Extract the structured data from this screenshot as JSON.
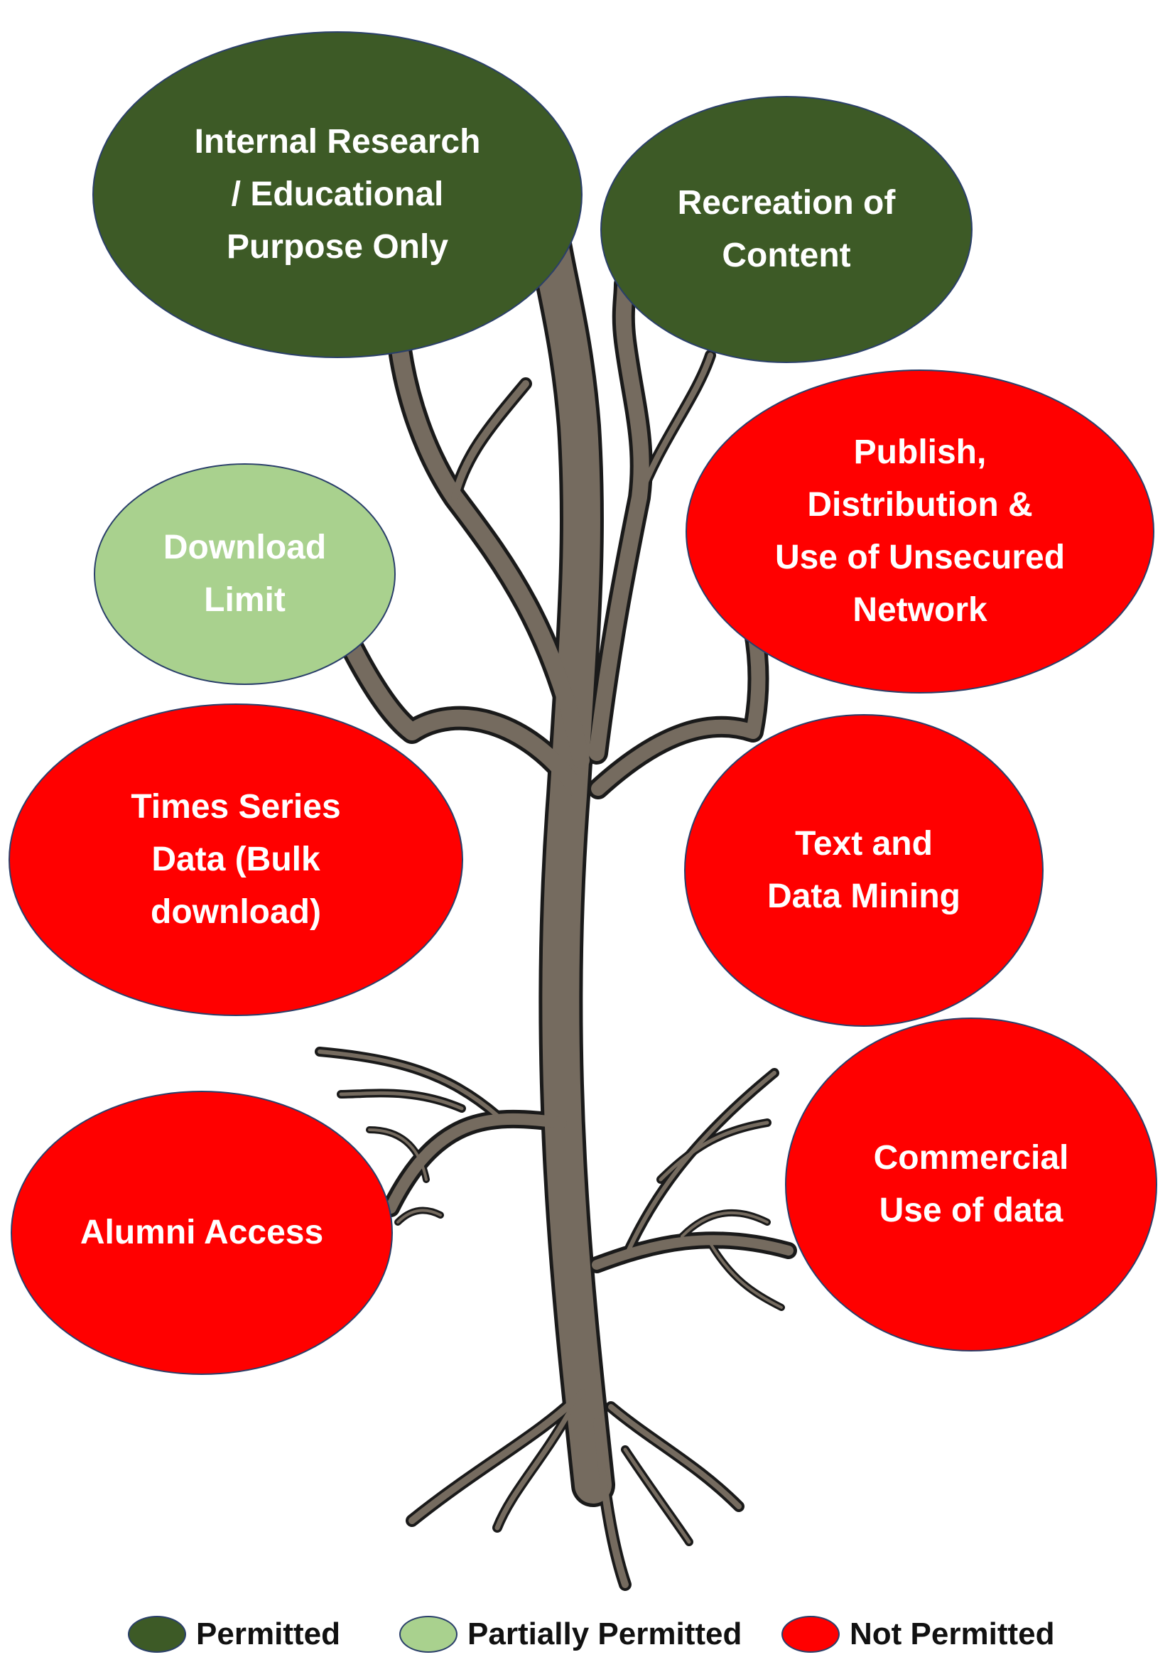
{
  "colors": {
    "permitted": "#3d5a26",
    "partially_permitted": "#a9d18e",
    "not_permitted": "#ff0000",
    "trunk": "#756b5f",
    "outline": "#2a3f6a"
  },
  "nodes": {
    "internal_research": {
      "label": "Internal Research\n/ Educational\nPurpose Only",
      "status": "permitted"
    },
    "recreation": {
      "label": "Recreation of\nContent",
      "status": "permitted"
    },
    "publish": {
      "label": "Publish,\nDistribution &\nUse of Unsecured\nNetwork",
      "status": "not_permitted"
    },
    "download_limit": {
      "label": "Download\nLimit",
      "status": "partially_permitted"
    },
    "time_series": {
      "label": "Times Series\nData (Bulk\ndownload)",
      "status": "not_permitted"
    },
    "text_mining": {
      "label": "Text and\nData Mining",
      "status": "not_permitted"
    },
    "commercial": {
      "label": "Commercial\nUse of data",
      "status": "not_permitted"
    },
    "alumni": {
      "label": "Alumni Access",
      "status": "not_permitted"
    }
  },
  "legend": {
    "permitted": "Permitted",
    "partially_permitted": "Partially Permitted",
    "not_permitted": "Not Permitted"
  }
}
